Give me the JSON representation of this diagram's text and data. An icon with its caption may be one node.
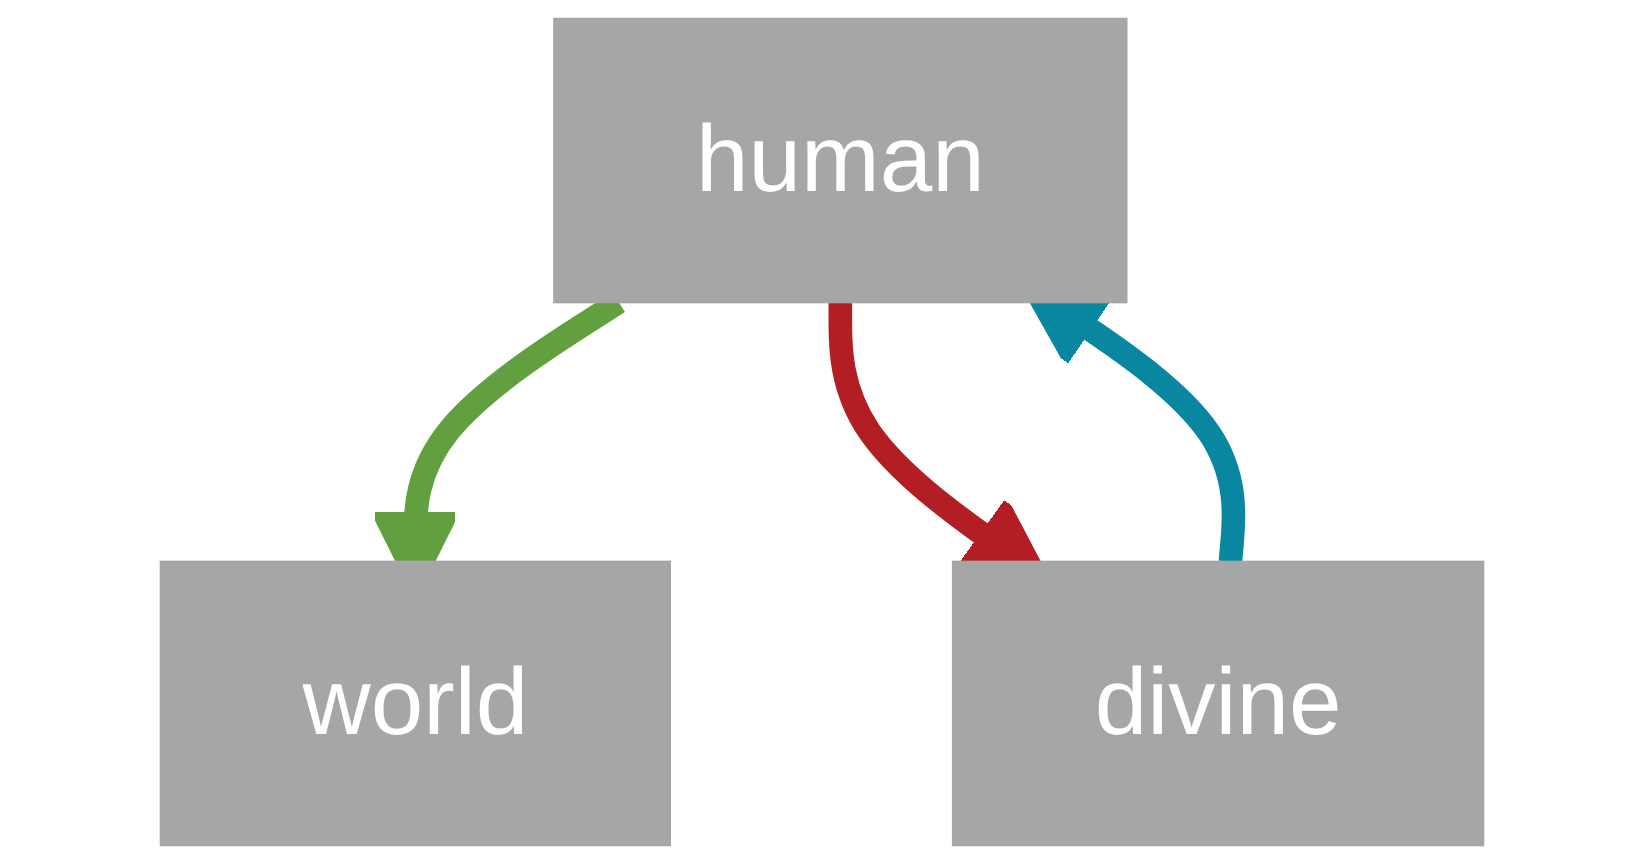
{
  "diagram": {
    "nodes": [
      {
        "text": [
          "human"
        ]
      },
      {
        "text": [
          "world"
        ]
      },
      {
        "text": [
          "divine"
        ]
      }
    ],
    "edges": [
      {
        "from": 0,
        "to": 1,
        "arrow": "to",
        "color": "#62a03f"
      },
      {
        "from": 0,
        "to": 2,
        "arrow": "to",
        "color": "#b21e23"
      },
      {
        "from": 2,
        "to": 0,
        "arrow": "to",
        "color": "#0a87a0"
      }
    ]
  }
}
